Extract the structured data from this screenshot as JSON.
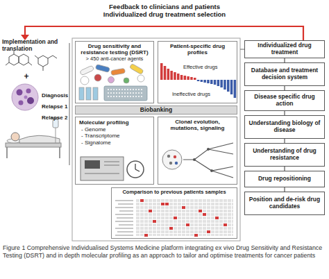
{
  "diagram": {
    "title": "Feedback to clinicians and patients Individualized drug treatment selection",
    "caption": "Figure 1 Comprehensive Individualised Systems Medicine platform integrating ex vivo Drug Sensitivity and Resistance Testing (DSRT) and in depth molecular profiling as an approach to tailor and optimise treatments for cancer patients",
    "nodes": [
      {
        "text": [
          "Drug sensitivity and resistance testing (DSRT)",
          "> 450 anti-cancer agents"
        ]
      },
      {
        "text": [
          "Patient-specific drug profiles",
          "Effective drugs",
          "Ineffective drugs"
        ]
      },
      {
        "text": [
          "Biobanking"
        ]
      },
      {
        "text": [
          "Molecular profiling",
          "- Genome",
          "- Transcriptome",
          "- Signalome"
        ]
      },
      {
        "text": [
          "Clonal evolution, mutations, signaling"
        ]
      },
      {
        "text": [
          "Comparison to previous patients samples"
        ]
      },
      {
        "text": [
          "Individualized drug treatment"
        ]
      },
      {
        "text": [
          "Database and treatment decision system"
        ]
      },
      {
        "text": [
          "Disease specific drug action"
        ]
      },
      {
        "text": [
          "Understanding biology of disease"
        ]
      },
      {
        "text": [
          "Understanding of drug resistance"
        ]
      },
      {
        "text": [
          "Drug repositioning"
        ]
      },
      {
        "text": [
          "Position and de-risk drug candidates"
        ]
      }
    ],
    "edges": [
      {
        "from": 6,
        "to": 7,
        "arrow": "none"
      },
      {
        "from": 7,
        "to": 8,
        "arrow": "none"
      },
      {
        "from": 8,
        "to": 9,
        "arrow": "none"
      },
      {
        "from": 9,
        "to": 10,
        "arrow": "none"
      },
      {
        "from": 10,
        "to": 11,
        "arrow": "none"
      },
      {
        "from": 11,
        "to": 12,
        "arrow": "none"
      }
    ],
    "labels": [
      "Implementation and translation",
      "+",
      "Diagnosis",
      "Relapse 1",
      "Relapse 2"
    ]
  }
}
